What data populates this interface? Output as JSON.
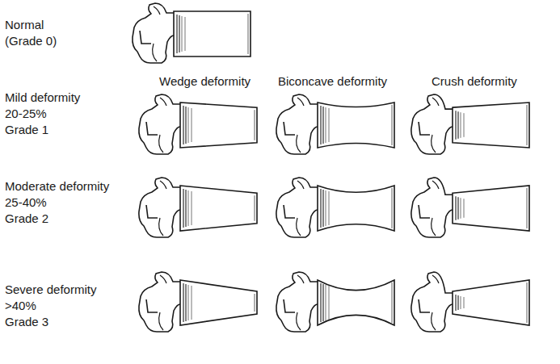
{
  "diagram": {
    "labels": [
      "Normal",
      "(Grade 0)",
      "Wedge deformity",
      "Biconcave deformity",
      "Crush deformity",
      "Mild deformity",
      "20-25%",
      "Grade 1",
      "Moderate deformity",
      "25-40%",
      "Grade 2",
      "Severe deformity",
      ">40%",
      "Grade 3"
    ]
  }
}
